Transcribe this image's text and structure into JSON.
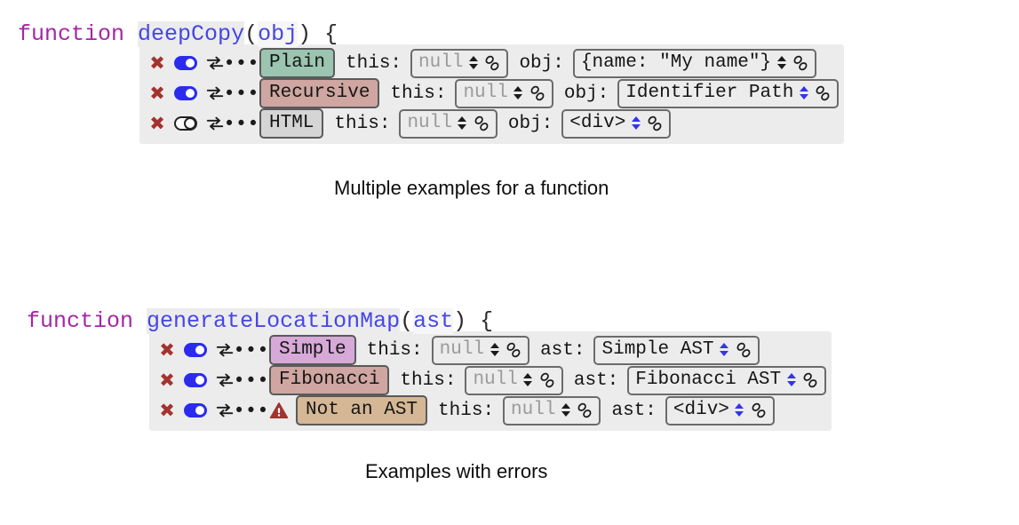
{
  "blocks": [
    {
      "id": "deepCopy",
      "signature": {
        "keyword": "function",
        "name": "deepCopy",
        "open_paren": "(",
        "param": "obj",
        "close_paren": ")",
        "brace": " {"
      },
      "caption": "Multiple examples for a function",
      "rows": [
        {
          "delete_icon": "close-x-icon",
          "toggle_state": "on",
          "swap_icon": "swap-arrows-icon",
          "more_icon": "ellipsis-icon",
          "warning": false,
          "chip_label": "Plain",
          "chip_color": "#9bc5b1",
          "args": [
            {
              "label": "this:",
              "value": "null",
              "placeholder": true,
              "linked": false
            },
            {
              "label": "obj:",
              "value": "{name: \"My name\"}",
              "placeholder": false,
              "linked": false
            }
          ]
        },
        {
          "delete_icon": "close-x-icon",
          "toggle_state": "on",
          "swap_icon": "swap-arrows-icon",
          "more_icon": "ellipsis-icon",
          "warning": false,
          "chip_label": "Recursive",
          "chip_color": "#cfa6a1",
          "args": [
            {
              "label": "this:",
              "value": "null",
              "placeholder": true,
              "linked": false
            },
            {
              "label": "obj:",
              "value": "Identifier Path",
              "placeholder": false,
              "linked": true
            }
          ]
        },
        {
          "delete_icon": "close-x-icon",
          "toggle_state": "off",
          "swap_icon": "swap-arrows-icon",
          "more_icon": "ellipsis-icon",
          "warning": false,
          "chip_label": "HTML",
          "chip_color": "#d5d5d5",
          "args": [
            {
              "label": "this:",
              "value": "null",
              "placeholder": true,
              "linked": false
            },
            {
              "label": "obj:",
              "value": "<div>",
              "placeholder": false,
              "linked": true
            }
          ]
        }
      ]
    },
    {
      "id": "generateLocationMap",
      "signature": {
        "keyword": "function",
        "name": "generateLocationMap",
        "open_paren": "(",
        "param": "ast",
        "close_paren": ")",
        "brace": " {"
      },
      "caption": "Examples with errors",
      "rows": [
        {
          "delete_icon": "close-x-icon",
          "toggle_state": "on",
          "swap_icon": "swap-arrows-icon",
          "more_icon": "ellipsis-icon",
          "warning": false,
          "chip_label": "Simple",
          "chip_color": "#d7a9d8",
          "args": [
            {
              "label": "this:",
              "value": "null",
              "placeholder": true,
              "linked": false
            },
            {
              "label": "ast:",
              "value": "Simple AST",
              "placeholder": false,
              "linked": true
            }
          ]
        },
        {
          "delete_icon": "close-x-icon",
          "toggle_state": "on",
          "swap_icon": "swap-arrows-icon",
          "more_icon": "ellipsis-icon",
          "warning": false,
          "chip_label": "Fibonacci",
          "chip_color": "#cfa6a1",
          "args": [
            {
              "label": "this:",
              "value": "null",
              "placeholder": true,
              "linked": false
            },
            {
              "label": "ast:",
              "value": "Fibonacci AST",
              "placeholder": false,
              "linked": true
            }
          ]
        },
        {
          "delete_icon": "close-x-icon",
          "toggle_state": "on",
          "swap_icon": "swap-arrows-icon",
          "more_icon": "ellipsis-icon",
          "warning": true,
          "warning_icon": "warning-triangle-icon",
          "chip_label": "Not an AST",
          "chip_color": "#d5b795",
          "args": [
            {
              "label": "this:",
              "value": "null",
              "placeholder": true,
              "linked": false
            },
            {
              "label": "ast:",
              "value": "<div>",
              "placeholder": false,
              "linked": true
            }
          ]
        }
      ]
    }
  ],
  "colors": {
    "keyword": "#a625a6",
    "identifier": "#4646e6",
    "panel_bg": "#ececec",
    "delete_icon": "#a3332f",
    "toggle_on": "#2b2bf0",
    "link_active": "#3333ee",
    "warning": "#a3332f"
  },
  "icons": {
    "delete": "✖",
    "more": "•••"
  }
}
